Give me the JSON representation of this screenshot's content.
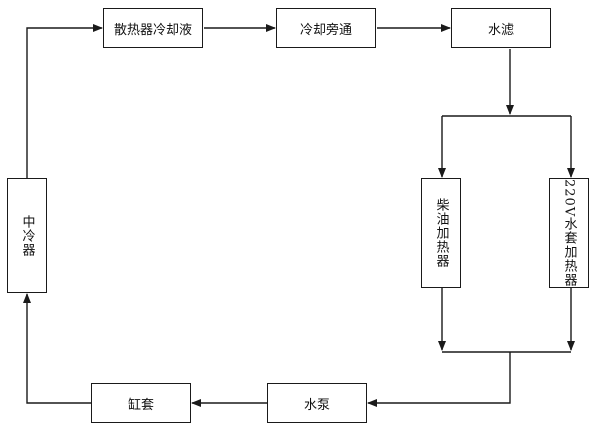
{
  "diagram": {
    "nodes": {
      "radiator_coolant": "散热器冷却液",
      "cooling_bypass": "冷却旁通",
      "water_filter": "水滤",
      "intercooler": "中冷器",
      "diesel_heater": "柴油加热器",
      "electric_heater": "220V水套加热器",
      "water_pump": "水泵",
      "water_jacket": "缸套"
    },
    "flow": [
      "radiator_coolant",
      "cooling_bypass",
      "water_filter",
      "diesel_heater | electric_heater",
      "water_pump",
      "water_jacket",
      "intercooler",
      "radiator_coolant"
    ],
    "line_color": "#1a1a1a"
  }
}
